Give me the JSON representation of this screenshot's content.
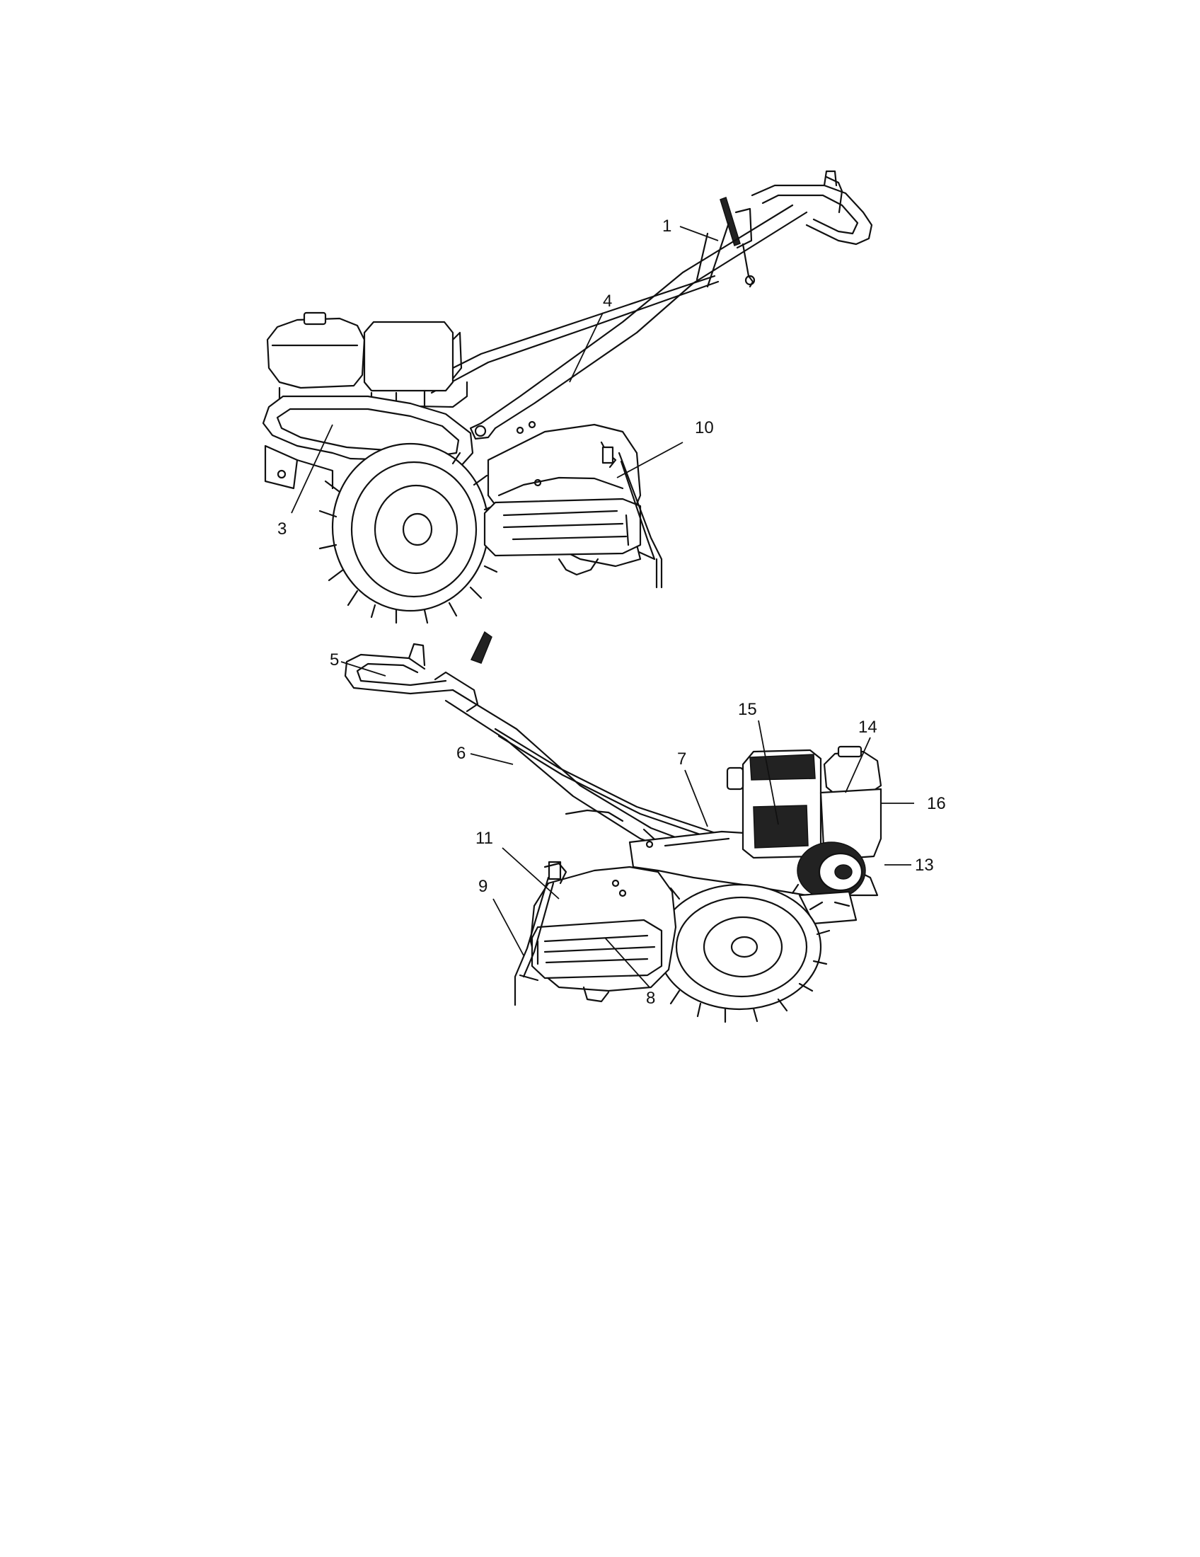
{
  "figure": {
    "callouts_top": [
      "1",
      "3",
      "4",
      "10"
    ],
    "callouts_bottom": [
      "5",
      "6",
      "7",
      "8",
      "9",
      "11",
      "13",
      "14",
      "15",
      "16"
    ]
  },
  "icons": {
    "top_view": "rear-tine-tiller-drawing-left-view",
    "bottom_view": "rear-tine-tiller-drawing-right-view"
  },
  "colors": {
    "line": "#111111",
    "background": "#ffffff"
  }
}
